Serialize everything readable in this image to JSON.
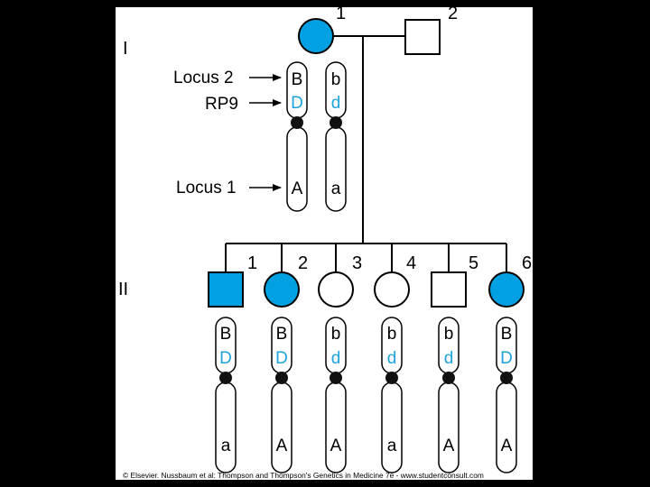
{
  "generations": [
    {
      "label": "I"
    },
    {
      "label": "II"
    }
  ],
  "parents": [
    {
      "number": "1",
      "sex": "female",
      "affected": true
    },
    {
      "number": "2",
      "sex": "male",
      "affected": false
    }
  ],
  "parent_chromosomes": [
    {
      "upper": "B",
      "rp9": "D",
      "lower": "A"
    },
    {
      "upper": "b",
      "rp9": "d",
      "lower": "a"
    }
  ],
  "locus_labels": {
    "locus2": "Locus 2",
    "rp9": "RP9",
    "locus1": "Locus 1"
  },
  "children": [
    {
      "number": "1",
      "sex": "male",
      "affected": true,
      "upper": "B",
      "rp9": "D",
      "lower": "a"
    },
    {
      "number": "2",
      "sex": "female",
      "affected": true,
      "upper": "B",
      "rp9": "D",
      "lower": "A"
    },
    {
      "number": "3",
      "sex": "female",
      "affected": false,
      "upper": "b",
      "rp9": "d",
      "lower": "A"
    },
    {
      "number": "4",
      "sex": "female",
      "affected": false,
      "upper": "b",
      "rp9": "d",
      "lower": "a"
    },
    {
      "number": "5",
      "sex": "male",
      "affected": false,
      "upper": "b",
      "rp9": "d",
      "lower": "A"
    },
    {
      "number": "6",
      "sex": "female",
      "affected": true,
      "upper": "B",
      "rp9": "D",
      "lower": "A"
    }
  ],
  "colors": {
    "affected": "#00a0e3",
    "allele_highlight": "#1fa3db",
    "line": "#000000"
  },
  "credit": "© Elsevier. Nussbaum et al: Thompson and Thompson's Genetics in Medicine 7e - www.studentconsult.com"
}
